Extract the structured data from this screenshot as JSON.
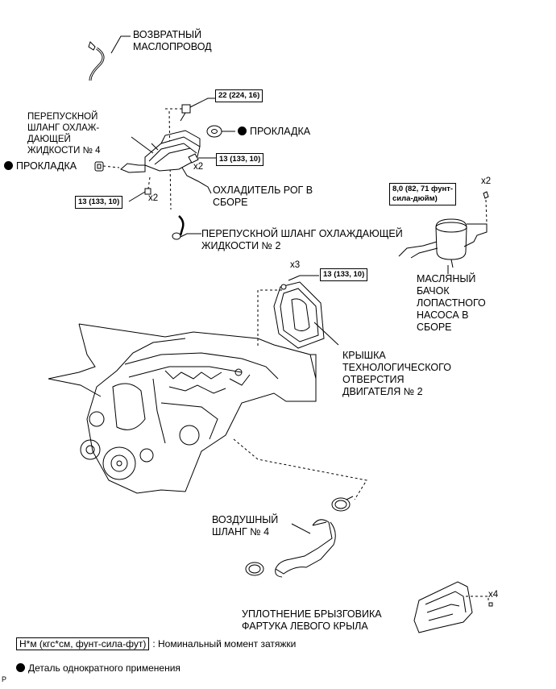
{
  "labels": {
    "return_line": [
      "ВОЗВРАТНЫЙ",
      "МАСЛОПРОВОД"
    ],
    "bypass_hose_4": [
      "ПЕРЕПУСКНОЙ",
      "ШЛАНГ ОХЛАЖ-",
      "ДАЮЩЕЙ",
      "ЖИДКОСТИ № 4"
    ],
    "gasket_right": "ПРОКЛАДКА",
    "gasket_left": "ПРОКЛАДКА",
    "egr_cooler": [
      "ОХЛАДИТЕЛЬ РОГ В",
      "СБОРЕ"
    ],
    "bypass_hose_2": [
      "ПЕРЕПУСКНОЙ ШЛАНГ ОХЛАЖДАЮЩЕЙ",
      "ЖИДКОСТИ № 2"
    ],
    "oil_tank": [
      "МАСЛЯНЫЙ",
      "БАЧОК",
      "ЛОПАСТНОГО",
      "НАСОСА В",
      "СБОРЕ"
    ],
    "service_hole_cover": [
      "КРЫШКА",
      "ТЕХНОЛОГИЧЕСКОГО",
      "ОТВЕРСТИЯ",
      "ДВИГАТЕЛЯ № 2"
    ],
    "air_hose": [
      "ВОЗДУШНЫЙ",
      "ШЛАНГ № 4"
    ],
    "splash_seal": [
      "УПЛОТНЕНИЕ БРЫЗГОВИКА",
      "ФАРТУКА ЛЕВОГО КРЫЛА"
    ]
  },
  "torques": {
    "t1": "22 (224, 16)",
    "t2": "13 (133, 10)",
    "t3": "13 (133, 10)",
    "t4": [
      "8,0 (82, 71 фунт-",
      "сила-дюйм)"
    ],
    "t5": "13 (133, 10)"
  },
  "multipliers": {
    "m1": "x2",
    "m2": "x2",
    "m3": "x2",
    "m4": "x3",
    "m5": "x4"
  },
  "legend": {
    "torque_box": "Н*м (кгс*см, фунт-сила-фут)",
    "torque_text": ": Номинальный момент затяжки",
    "non_reusable": "Деталь однократного применения"
  },
  "corner_mark": "P"
}
